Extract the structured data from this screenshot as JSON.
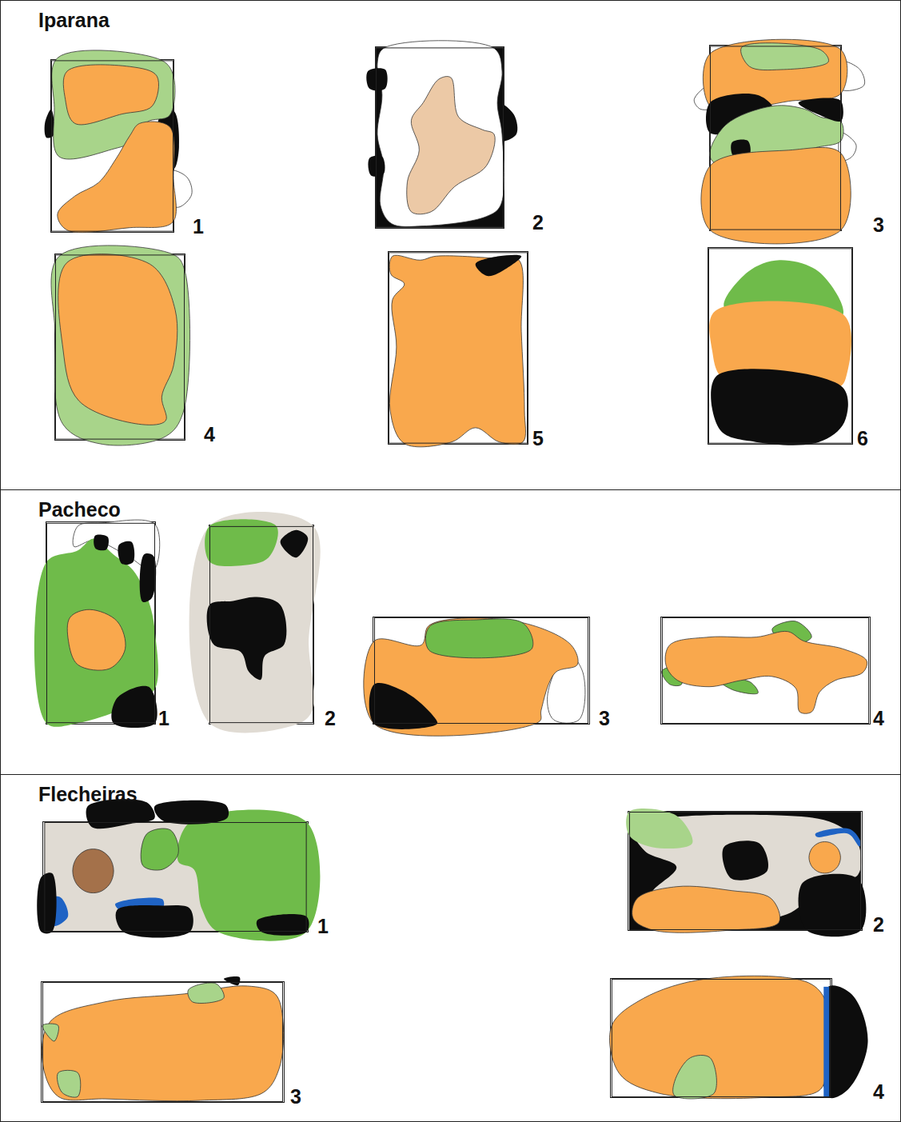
{
  "diagram": {
    "nodes": [
      {
        "text": [
          "Iparana"
        ]
      },
      {
        "text": [
          "1"
        ],
        "in": 0
      },
      {
        "text": [
          "2"
        ],
        "in": 0
      },
      {
        "text": [
          "3"
        ],
        "in": 0
      },
      {
        "text": [
          "4"
        ],
        "in": 0
      },
      {
        "text": [
          "5"
        ],
        "in": 0
      },
      {
        "text": [
          "6"
        ],
        "in": 0
      },
      {
        "text": [
          "Pacheco"
        ]
      },
      {
        "text": [
          "1"
        ],
        "in": 7
      },
      {
        "text": [
          "2"
        ],
        "in": 7
      },
      {
        "text": [
          "3"
        ],
        "in": 7
      },
      {
        "text": [
          "4"
        ],
        "in": 7
      },
      {
        "text": [
          "Flecheiras"
        ]
      },
      {
        "text": [
          "1"
        ],
        "in": 12
      },
      {
        "text": [
          "2"
        ],
        "in": 12
      },
      {
        "text": [
          "3"
        ],
        "in": 12
      },
      {
        "text": [
          "4"
        ],
        "in": 12
      }
    ]
  }
}
